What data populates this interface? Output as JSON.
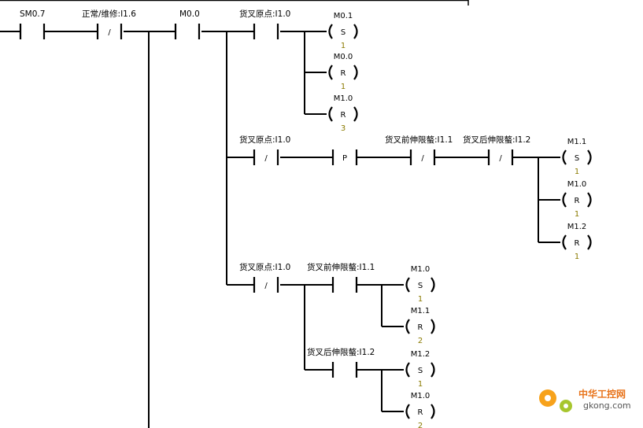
{
  "contacts": [
    {
      "id": "sm07",
      "label": "SM0.7",
      "type": "NO"
    },
    {
      "id": "i16",
      "label": "正常/维修:I1.6",
      "type": "NC"
    },
    {
      "id": "m00",
      "label": "M0.0",
      "type": "NO"
    },
    {
      "id": "i10a",
      "label": "货叉原点:I1.0",
      "type": "NO"
    },
    {
      "id": "i10b",
      "label": "货叉原点:I1.0",
      "type": "NC"
    },
    {
      "id": "p1",
      "label": "",
      "type": "P",
      "symbol": "P"
    },
    {
      "id": "i11a",
      "label": "货叉前伸限螯:I1.1",
      "type": "NC"
    },
    {
      "id": "i12a",
      "label": "货叉后伸限螯:I1.2",
      "type": "NC"
    },
    {
      "id": "i10c",
      "label": "货叉原点:I1.0",
      "type": "NC"
    },
    {
      "id": "i11b",
      "label": "货叉前伸限螯:I1.1",
      "type": "NO"
    },
    {
      "id": "i12b",
      "label": "货叉后伸限螯:I1.2",
      "type": "NO"
    }
  ],
  "contact_symbols": {
    "nc": "/",
    "p": "P"
  },
  "coils": [
    {
      "addr": "M0.1",
      "op": "S",
      "n": "1"
    },
    {
      "addr": "M0.0",
      "op": "R",
      "n": "1"
    },
    {
      "addr": "M1.0",
      "op": "R",
      "n": "3"
    },
    {
      "addr": "M1.1",
      "op": "S",
      "n": "1"
    },
    {
      "addr": "M1.0",
      "op": "R",
      "n": "1"
    },
    {
      "addr": "M1.2",
      "op": "R",
      "n": "1"
    },
    {
      "addr": "M1.0",
      "op": "S",
      "n": "1"
    },
    {
      "addr": "M1.1",
      "op": "R",
      "n": "2"
    },
    {
      "addr": "M1.2",
      "op": "S",
      "n": "1"
    },
    {
      "addr": "M1.0",
      "op": "R",
      "n": "2"
    }
  ],
  "watermark": {
    "title": "中华工控网",
    "url": "gkong.com"
  }
}
